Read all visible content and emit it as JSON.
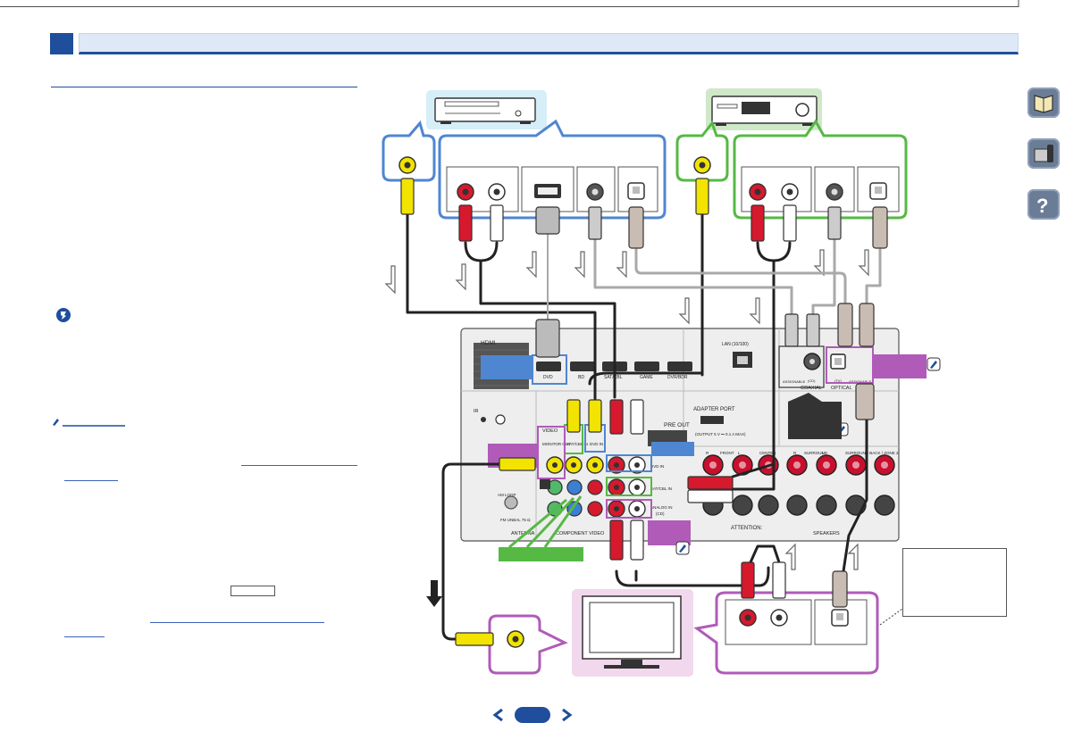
{
  "header": {
    "title": "",
    "section_number": ""
  },
  "sidebar": {
    "icons": [
      {
        "name": "book-icon",
        "color": "#6b7d96"
      },
      {
        "name": "receiver-remote-icon",
        "color": "#6b7d96"
      },
      {
        "name": "help-icon",
        "color": "#6b7d96"
      }
    ]
  },
  "footer": {
    "page_number": "",
    "prev": "previous-page",
    "next": "next-page"
  },
  "colors": {
    "accent_blue": "#1f4e9c",
    "blue_zone": "#4f86d1",
    "green_zone": "#55b944",
    "pink_zone": "#b05bb8",
    "cable_black": "#222222",
    "cable_gray": "#a9a9a9",
    "cable_yellow": "#f2e300",
    "cable_red": "#d7192d"
  },
  "receiver_panel": {
    "labels": {
      "hdmi": "HDMI",
      "hdmi_inputs": [
        "DVD",
        "BD",
        "SAT/CBL",
        "GAME",
        "DVR/BDR"
      ],
      "lan": "LAN (10/100)",
      "adapter_port": "ADAPTER PORT",
      "adapter_rating": "(OUTPUT 5 V ⎓ 0.1 A MAX)",
      "pre_out": "PRE OUT",
      "ir": "IR",
      "video": "VIDEO",
      "monitor_out": "MONITOR OUT",
      "sat_cbl_in": "SAT/CBL IN",
      "dvd_in": "DVD IN",
      "audio_dvd_in": "DVD IN",
      "audio_satcbl_in": "SAT/CBL IN",
      "analog_in": "ANALOG IN",
      "analog_in_cd": "(CD)",
      "am_loop": "AM LOOP",
      "fm_unbal": "FM UNBAL 75 Ω",
      "antenna": "ANTENNA",
      "component": "COMPONENT VIDEO",
      "coaxial": "COAXIAL",
      "optical": "OPTICAL",
      "assignable": "ASSIGNABLE",
      "coaxial_cd": "(CD)",
      "optical_tv": "(TV)",
      "speakers": "SPEAKERS",
      "front": "FRONT",
      "center": "CENTER",
      "surround": "SURROUND",
      "surround_back": "SURROUND BACK / ZONE 2",
      "attention": "ATTENTION:",
      "r": "R",
      "l": "L"
    }
  }
}
